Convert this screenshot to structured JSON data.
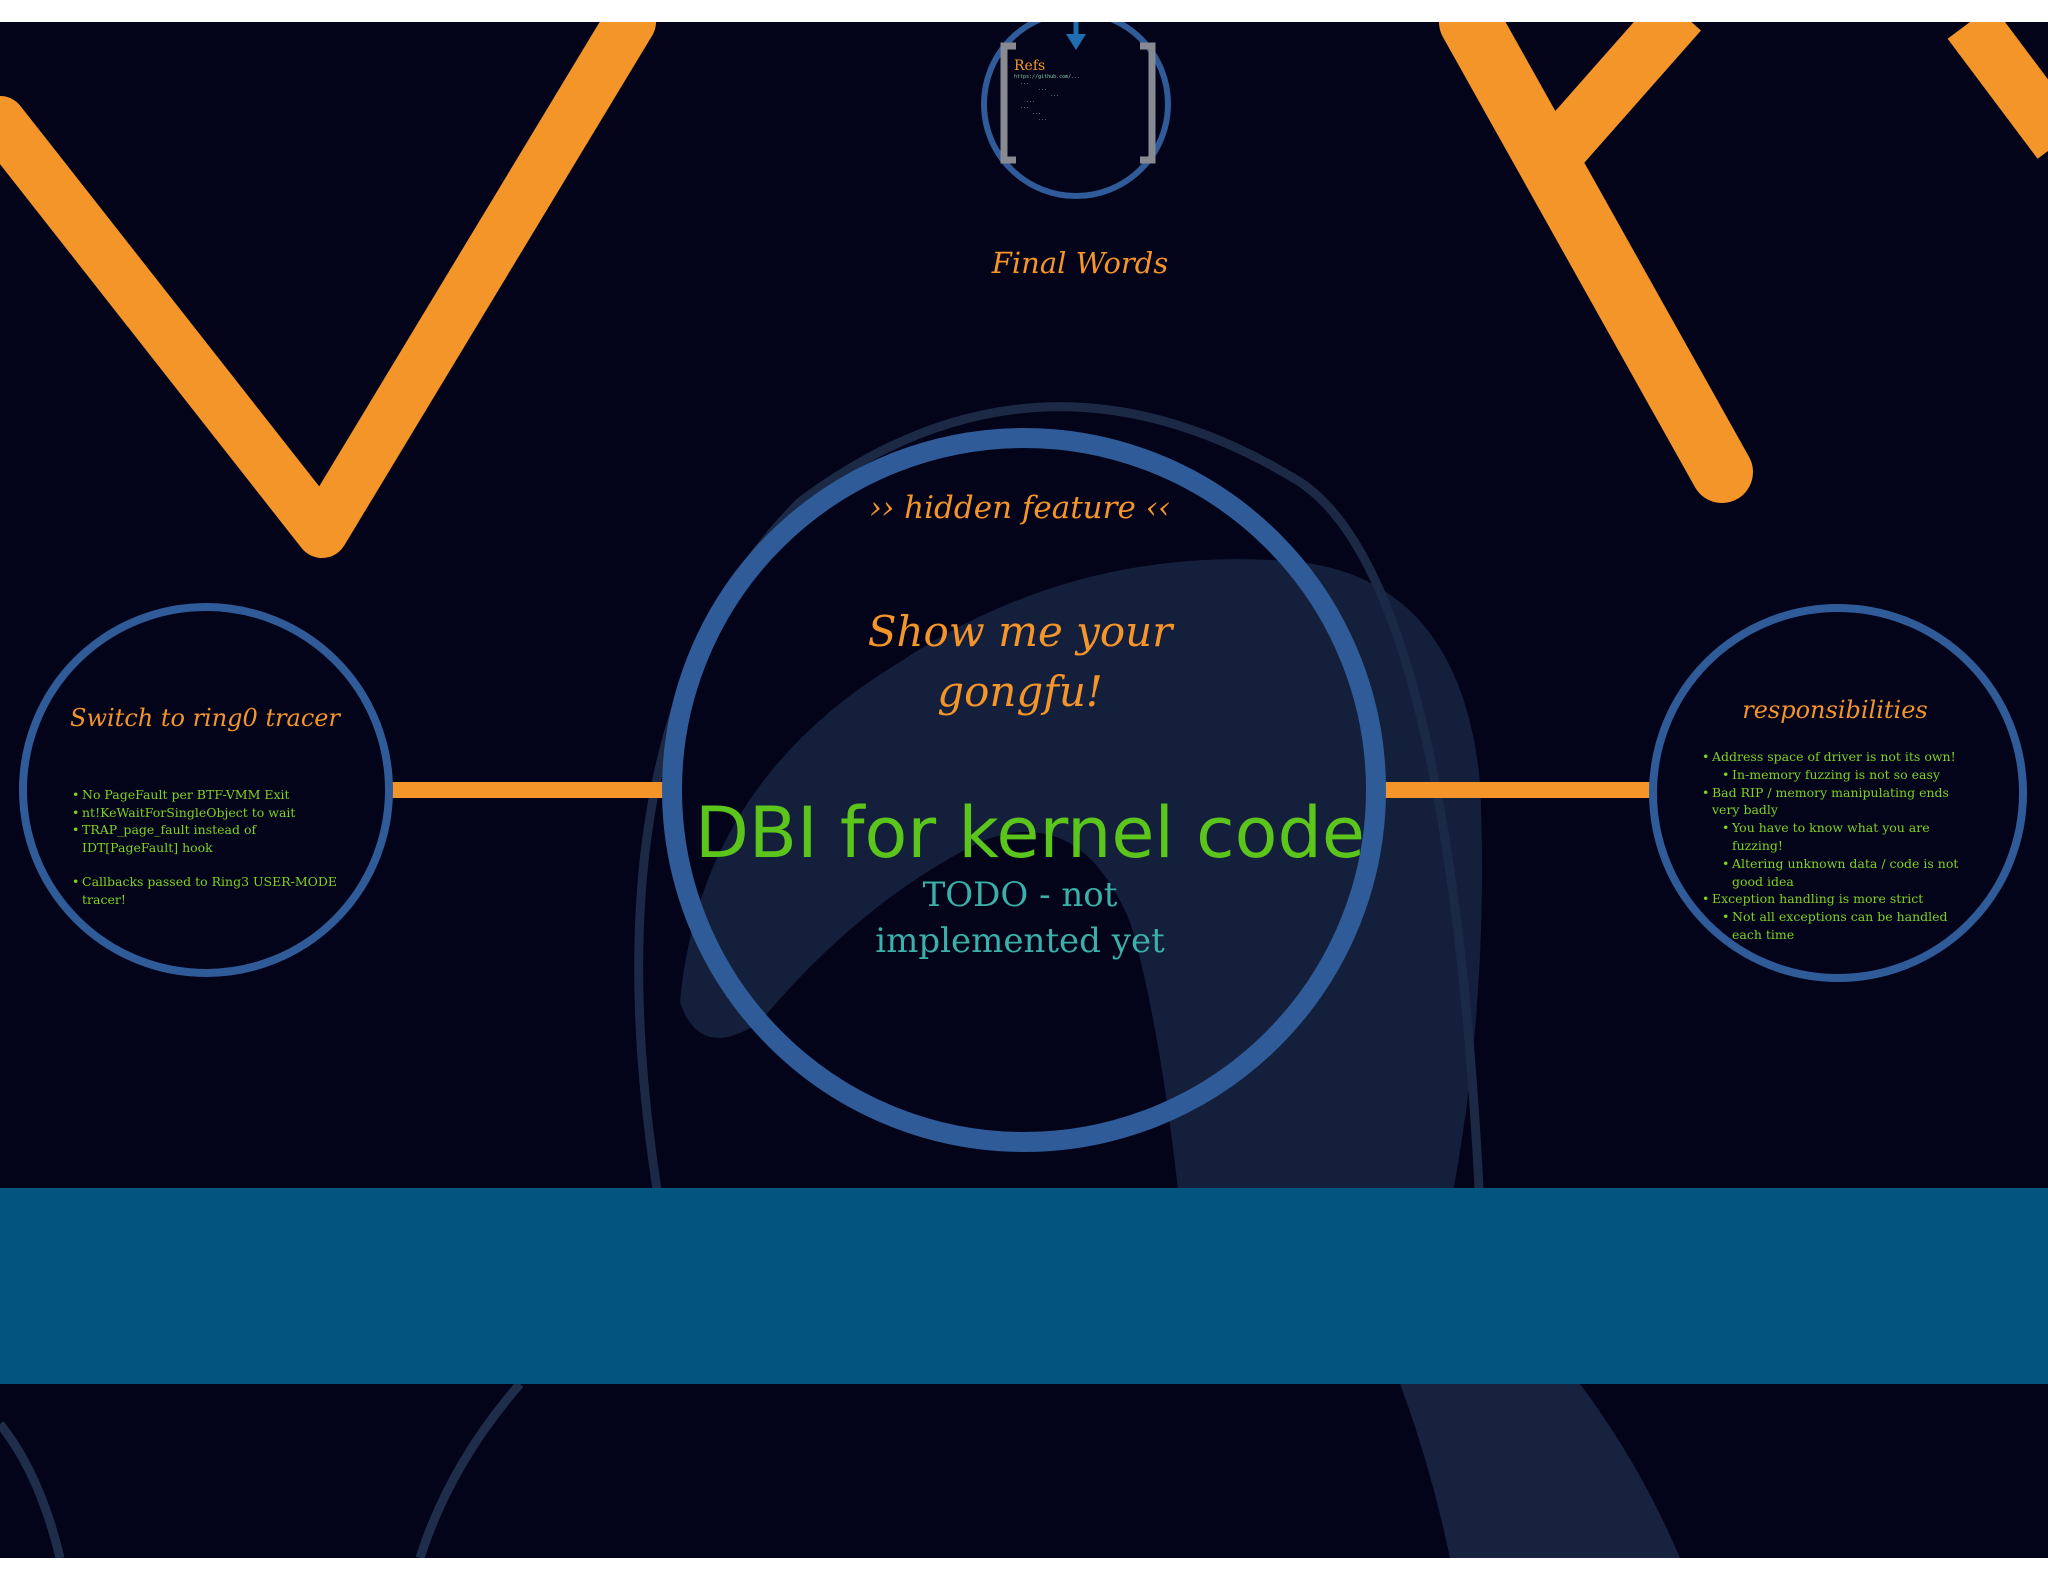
{
  "canvas": {
    "background": "#03031a",
    "band_color": "#03557f",
    "accent_orange": "#f4952a",
    "ring_blue": "#2f5b98",
    "text_green": "#7ed321",
    "title_green": "#5cc51c",
    "todo_teal": "#3ab0a8"
  },
  "refs_frame": {
    "label": "Refs",
    "arrow_icon": "down-arrow-icon",
    "lines": [
      "https://github.com/...",
      "  ...",
      "        ...",
      "            ...",
      "    ...",
      "  ...",
      "      ...",
      "        ..."
    ]
  },
  "final_words": {
    "title": "Final Words"
  },
  "center_frame": {
    "kicker": "›› hidden feature ‹‹",
    "headline": "Show me your gongfu!",
    "title": "DBI for kernel code",
    "status": "TODO - not implemented yet"
  },
  "left_frame": {
    "title": "Switch to ring0 tracer",
    "items": [
      "No PageFault per BTF-VMM Exit",
      "nt!KeWaitForSingleObject to wait",
      "TRAP_page_fault instead of IDT[PageFault] hook",
      "Callbacks passed to Ring3 USER-MODE tracer!"
    ]
  },
  "right_frame": {
    "title": "responsibilities",
    "items": [
      {
        "text": "Address space of driver is not its own!",
        "level": 0
      },
      {
        "text": "In-memory fuzzing is not so easy",
        "level": 1
      },
      {
        "text": "Bad RIP / memory manipulating ends very badly",
        "level": 0
      },
      {
        "text": "You have to know what you are fuzzing!",
        "level": 1
      },
      {
        "text": "Altering unknown data / code is not good idea",
        "level": 1
      },
      {
        "text": "Exception handling is more strict",
        "level": 0
      },
      {
        "text": "Not all exceptions can be handled each time",
        "level": 1
      }
    ]
  }
}
